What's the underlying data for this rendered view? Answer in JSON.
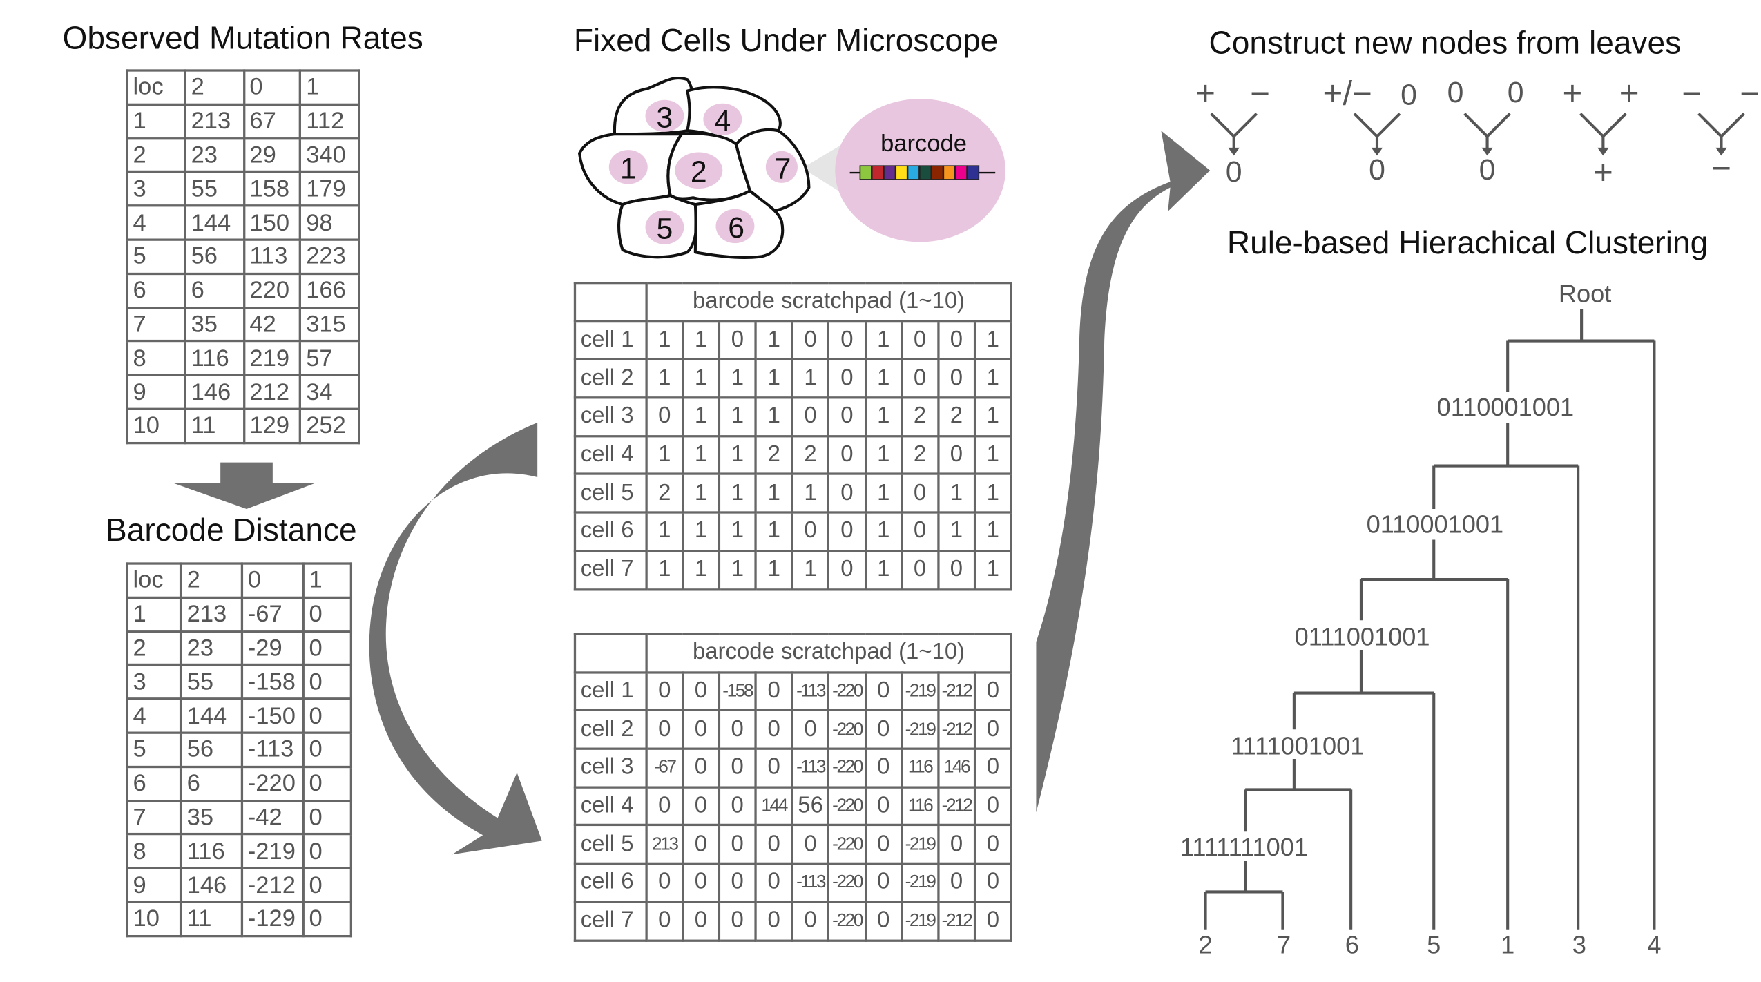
{
  "mutation": {
    "title": "Observed Mutation Rates",
    "header": [
      "loc",
      "2",
      "0",
      "1"
    ],
    "rows": [
      [
        "1",
        "213",
        "67",
        "112"
      ],
      [
        "2",
        "23",
        "29",
        "340"
      ],
      [
        "3",
        "55",
        "158",
        "179"
      ],
      [
        "4",
        "144",
        "150",
        "98"
      ],
      [
        "5",
        "56",
        "113",
        "223"
      ],
      [
        "6",
        "6",
        "220",
        "166"
      ],
      [
        "7",
        "35",
        "42",
        "315"
      ],
      [
        "8",
        "116",
        "219",
        "57"
      ],
      [
        "9",
        "146",
        "212",
        "34"
      ],
      [
        "10",
        "11",
        "129",
        "252"
      ]
    ]
  },
  "distance": {
    "title": "Barcode Distance",
    "header": [
      "loc",
      "2",
      "0",
      "1"
    ],
    "rows": [
      [
        "1",
        "213",
        "-67",
        "0"
      ],
      [
        "2",
        "23",
        "-29",
        "0"
      ],
      [
        "3",
        "55",
        "-158",
        "0"
      ],
      [
        "4",
        "144",
        "-150",
        "0"
      ],
      [
        "5",
        "56",
        "-113",
        "0"
      ],
      [
        "6",
        "6",
        "-220",
        "0"
      ],
      [
        "7",
        "35",
        "-42",
        "0"
      ],
      [
        "8",
        "116",
        "-219",
        "0"
      ],
      [
        "9",
        "146",
        "-212",
        "0"
      ],
      [
        "10",
        "11",
        "-129",
        "0"
      ]
    ]
  },
  "microscope": {
    "title": "Fixed Cells Under Microscope",
    "barcode_label": "barcode",
    "cells": [
      "1",
      "2",
      "3",
      "4",
      "5",
      "6",
      "7"
    ],
    "barcode_colors": [
      "#8dc63f",
      "#c1272d",
      "#662d91",
      "#ffde17",
      "#29abe2",
      "#1b4d3e",
      "#8b2500",
      "#f7941d",
      "#ec008c",
      "#2e3192"
    ]
  },
  "scratchpad1": {
    "header": "barcode scratchpad (1~10)",
    "rows": [
      {
        "label": "cell 1",
        "values": [
          "1",
          "1",
          "0",
          "1",
          "0",
          "0",
          "1",
          "0",
          "0",
          "1"
        ]
      },
      {
        "label": "cell 2",
        "values": [
          "1",
          "1",
          "1",
          "1",
          "1",
          "0",
          "1",
          "0",
          "0",
          "1"
        ]
      },
      {
        "label": "cell 3",
        "values": [
          "0",
          "1",
          "1",
          "1",
          "0",
          "0",
          "1",
          "2",
          "2",
          "1"
        ]
      },
      {
        "label": "cell 4",
        "values": [
          "1",
          "1",
          "1",
          "2",
          "2",
          "0",
          "1",
          "2",
          "0",
          "1"
        ]
      },
      {
        "label": "cell 5",
        "values": [
          "2",
          "1",
          "1",
          "1",
          "1",
          "0",
          "1",
          "0",
          "1",
          "1"
        ]
      },
      {
        "label": "cell 6",
        "values": [
          "1",
          "1",
          "1",
          "1",
          "0",
          "0",
          "1",
          "0",
          "1",
          "1"
        ]
      },
      {
        "label": "cell 7",
        "values": [
          "1",
          "1",
          "1",
          "1",
          "1",
          "0",
          "1",
          "0",
          "0",
          "1"
        ]
      }
    ]
  },
  "scratchpad2": {
    "header": "barcode scratchpad (1~10)",
    "rows": [
      {
        "label": "cell 1",
        "values": [
          "0",
          "0",
          "-158",
          "0",
          "-113",
          "-220",
          "0",
          "-219",
          "-212",
          "0"
        ]
      },
      {
        "label": "cell 2",
        "values": [
          "0",
          "0",
          "0",
          "0",
          "0",
          "-220",
          "0",
          "-219",
          "-212",
          "0"
        ]
      },
      {
        "label": "cell 3",
        "values": [
          "-67",
          "0",
          "0",
          "0",
          "-113",
          "-220",
          "0",
          "116",
          "146",
          "0"
        ]
      },
      {
        "label": "cell 4",
        "values": [
          "0",
          "0",
          "0",
          "144",
          "56",
          "-220",
          "0",
          "116",
          "-212",
          "0"
        ]
      },
      {
        "label": "cell 5",
        "values": [
          "213",
          "0",
          "0",
          "0",
          "0",
          "-220",
          "0",
          "-219",
          "0",
          "0"
        ]
      },
      {
        "label": "cell 6",
        "values": [
          "0",
          "0",
          "0",
          "0",
          "-113",
          "-220",
          "0",
          "-219",
          "0",
          "0"
        ]
      },
      {
        "label": "cell 7",
        "values": [
          "0",
          "0",
          "0",
          "0",
          "0",
          "-220",
          "0",
          "-219",
          "-212",
          "0"
        ]
      }
    ]
  },
  "rules": {
    "title": "Construct new nodes from leaves",
    "items": [
      {
        "left": "+",
        "right": "−",
        "result": "0"
      },
      {
        "left": "+/−",
        "right": "0",
        "result": "0"
      },
      {
        "left": "0",
        "right": "0",
        "result": "0"
      },
      {
        "left": "+",
        "right": "+",
        "result": "+"
      },
      {
        "left": "−",
        "right": "−",
        "result": "−"
      }
    ]
  },
  "tree": {
    "title": "Rule-based Hierachical Clustering",
    "root": "Root",
    "nodes": [
      "0110001001",
      "0110001001",
      "0111001001",
      "1111001001",
      "1111111001"
    ],
    "leaves": [
      "2",
      "7",
      "6",
      "5",
      "1",
      "3",
      "4"
    ]
  }
}
